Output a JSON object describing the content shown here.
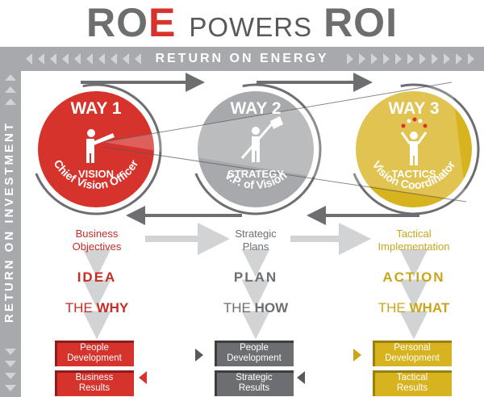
{
  "title": {
    "part1": "RO",
    "part1_e": "E",
    "middle": "POWERS",
    "part2": "ROI"
  },
  "bars": {
    "top": "RETURN ON ENERGY",
    "left": "RETURN ON INVESTMENT"
  },
  "colors": {
    "red": "#d6332c",
    "gray": "#6d6e71",
    "gold": "#d8b320",
    "bar": "#a7a9ac"
  },
  "circles": [
    {
      "way": "WAY 1",
      "name": "VISION",
      "role": "Chief Vision Officer",
      "icon": "telescope-person-icon"
    },
    {
      "way": "WAY 2",
      "name": "STRATEGY",
      "role": "V.P. of Vision",
      "icon": "flag-person-icon"
    },
    {
      "way": "WAY 3",
      "name": "TACTICS",
      "role": "Vision Coordinator",
      "icon": "juggler-person-icon"
    }
  ],
  "columns": [
    {
      "heading": [
        "Business",
        "Objectives"
      ],
      "keyword": "IDEA",
      "the": "THE",
      "what": "WHY",
      "box_top": [
        "People",
        "Development"
      ],
      "box_bottom": [
        "Business",
        "Results"
      ]
    },
    {
      "heading": [
        "Strategic",
        "Plans"
      ],
      "keyword": "PLAN",
      "the": "THE",
      "what": "HOW",
      "box_top": [
        "People",
        "Development"
      ],
      "box_bottom": [
        "Strategic",
        "Results"
      ]
    },
    {
      "heading": [
        "Tactical",
        "Implementation"
      ],
      "keyword": "ACTION",
      "the": "THE",
      "what": "WHAT",
      "box_top": [
        "Personal",
        "Development"
      ],
      "box_bottom": [
        "Tactical",
        "Results"
      ]
    }
  ]
}
